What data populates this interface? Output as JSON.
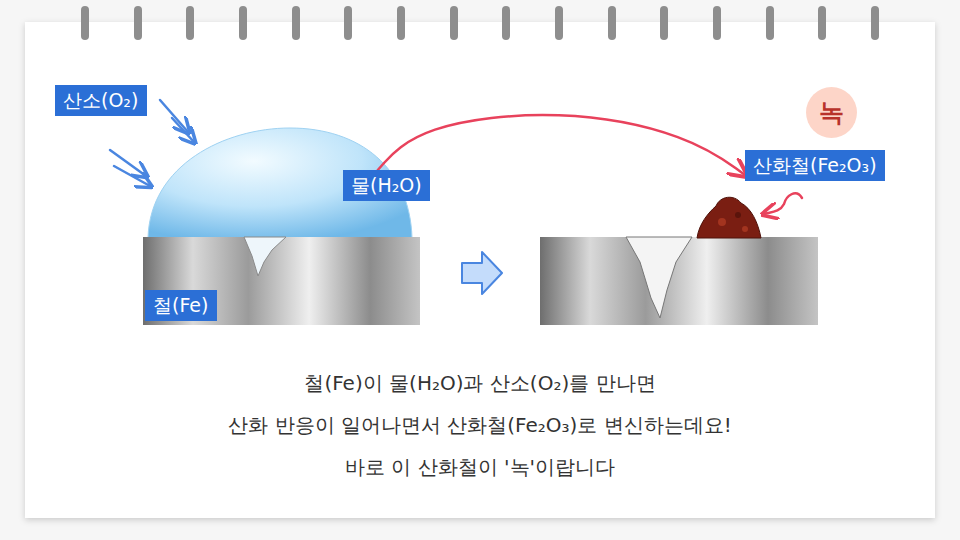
{
  "diagram": {
    "nodes": [
      {
        "text": [
          "산소(O₂)"
        ]
      },
      {
        "text": [
          "물(H₂O)"
        ]
      },
      {
        "text": [
          "철(Fe)"
        ]
      },
      {
        "text": [
          "녹"
        ]
      },
      {
        "text": [
          "산화철(Fe₂O₃)"
        ]
      }
    ],
    "edges": [
      {
        "from": 1,
        "to": 4,
        "arrow": "to"
      }
    ],
    "labels": [
      "철(Fe)이 물(H₂O)과 산소(O₂)를 만나면",
      "산화 반응이 일어나면서 산화철(Fe₂O₃)로 변신하는데요!",
      "바로 이 산화철이 '녹'이랍니다"
    ]
  }
}
